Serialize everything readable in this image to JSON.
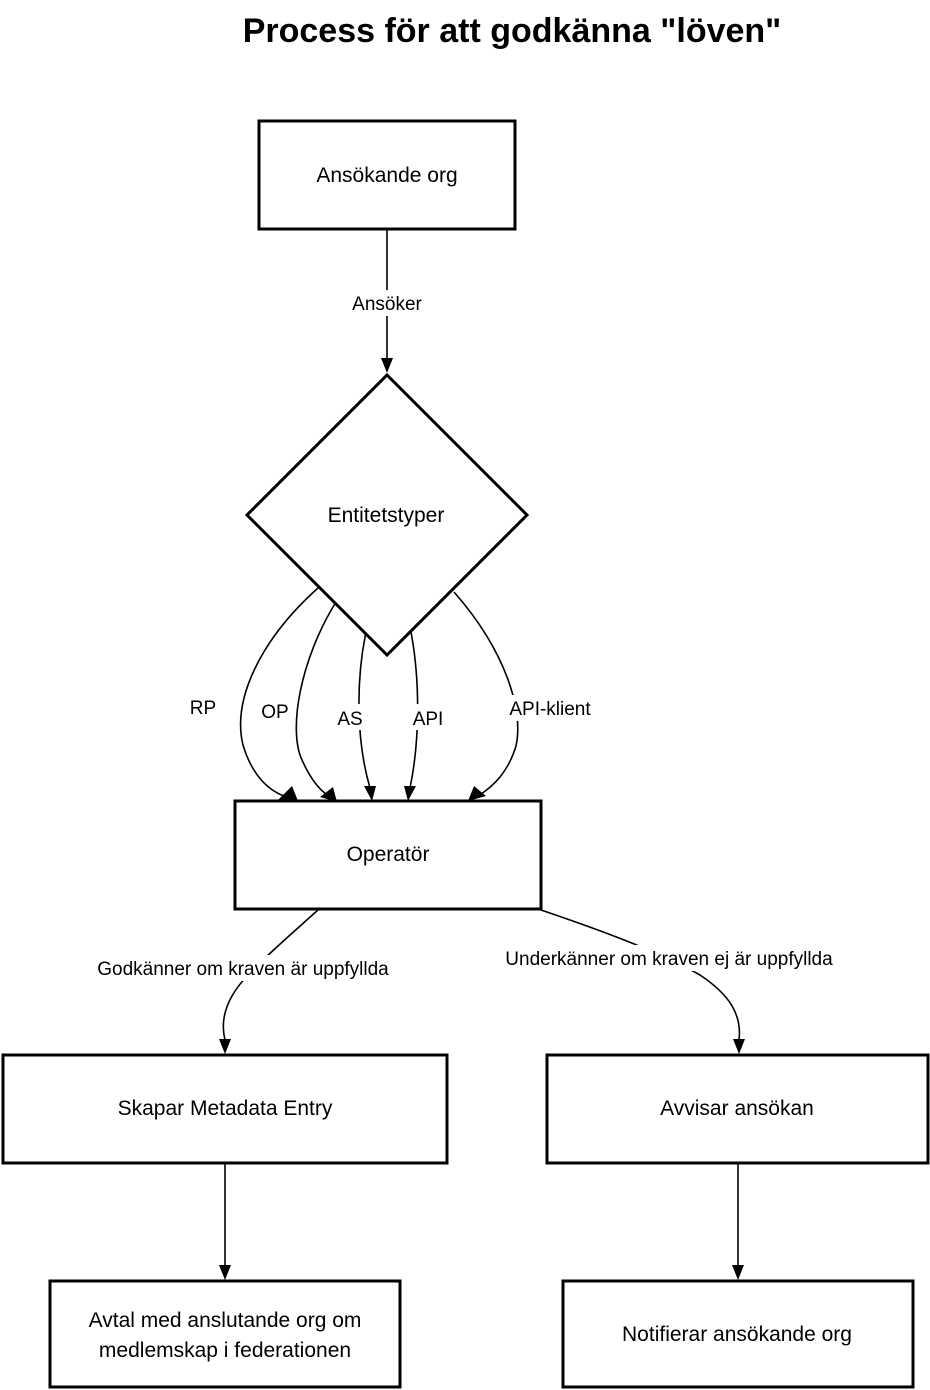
{
  "title": "Process för att godkänna \"löven\"",
  "nodes": {
    "applicant": "Ansökande org",
    "entity_types": "Entitetstyper",
    "operator": "Operatör",
    "create_metadata": "Skapar Metadata Entry",
    "reject": "Avvisar ansökan",
    "agreement_line1": "Avtal med anslutande org om",
    "agreement_line2": "medlemskap i federationen",
    "notify": "Notifierar ansökande org"
  },
  "edges": {
    "applies": "Ansöker",
    "rp": "RP",
    "op": "OP",
    "as": "AS",
    "api": "API",
    "api_client": "API-klient",
    "approves": "Godkänner om kraven är uppfyllda",
    "rejects": "Underkänner om kraven ej är uppfyllda"
  },
  "colors": {
    "stroke": "#000000",
    "background": "#ffffff"
  }
}
